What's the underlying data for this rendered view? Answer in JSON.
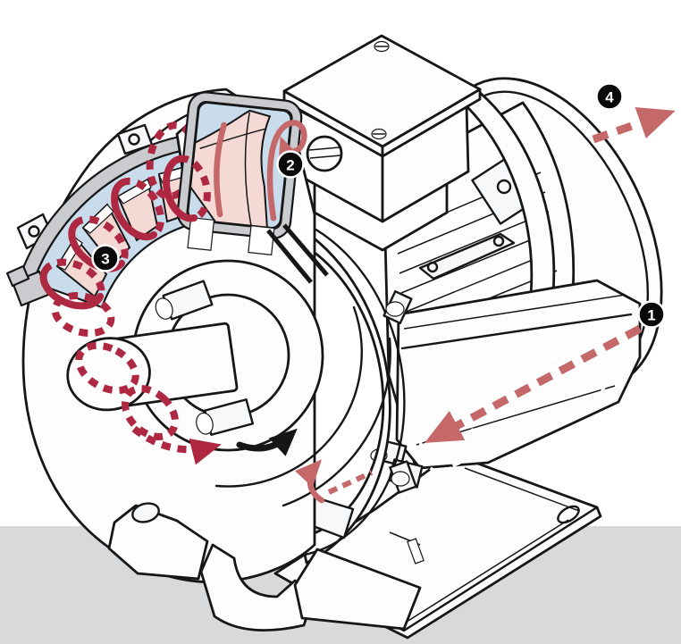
{
  "figure": {
    "kind": "cutaway-technical-illustration",
    "subject": "Side channel blower airflow cutaway",
    "callouts": [
      {
        "label": "1",
        "name": "intake-flow"
      },
      {
        "label": "2",
        "name": "blade-circulation-detail"
      },
      {
        "label": "3",
        "name": "side-channel-helical-flow"
      },
      {
        "label": "4",
        "name": "outlet-flow"
      }
    ],
    "icons": [
      "intake-flow-arrow",
      "outlet-flow-arrow",
      "impeller-rotation-arrow",
      "helical-flow-coil",
      "inlet-port-arrow",
      "blade-circulation-arrows",
      "silencer-tube-dashed-outline"
    ]
  },
  "colors": {
    "ink": "#161616",
    "paper": "#ffffff",
    "floor": "#d8d9db",
    "section_gray": "#c9cbce",
    "blade_pink": "#f4d9d4",
    "channel_blue": "#c8dcec",
    "flow_crimson": "#ae2841",
    "flow_salmon": "#c4686a",
    "badge_black": "#0a0a0a",
    "badge_text": "#ffffff"
  }
}
